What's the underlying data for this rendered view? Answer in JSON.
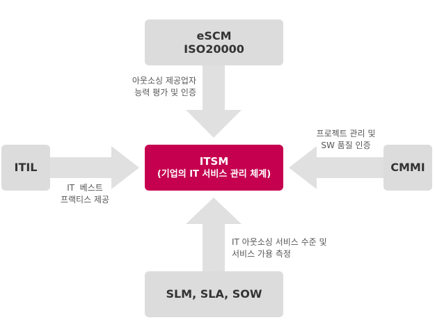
{
  "colors": {
    "box_fill": "#dcdcdc",
    "arrow_fill": "#e0e0e0",
    "center_fill": "#c5004f",
    "box_text": "#333333",
    "center_text": "#ffffff",
    "note_text": "#555555"
  },
  "center": {
    "line1": "ITSM",
    "line2": "(기업의 IT 서비스 관리 체계)"
  },
  "top_box": {
    "line1": "eSCM",
    "line2": "ISO20000"
  },
  "left_box": {
    "label": "ITIL"
  },
  "right_box": {
    "label": "CMMI"
  },
  "bottom_box": {
    "label": "SLM, SLA, SOW"
  },
  "notes": {
    "top": [
      "아웃소싱 제공업자",
      "능력 평가 및 인증"
    ],
    "left": [
      "IT  베스트",
      "프랙티스 제공"
    ],
    "right": [
      "프로젝트 관리 및",
      "SW 품질 인증"
    ],
    "bottom": [
      "IT 아웃소싱 서비스 수준 및",
      "서비스 가용 측정"
    ]
  }
}
